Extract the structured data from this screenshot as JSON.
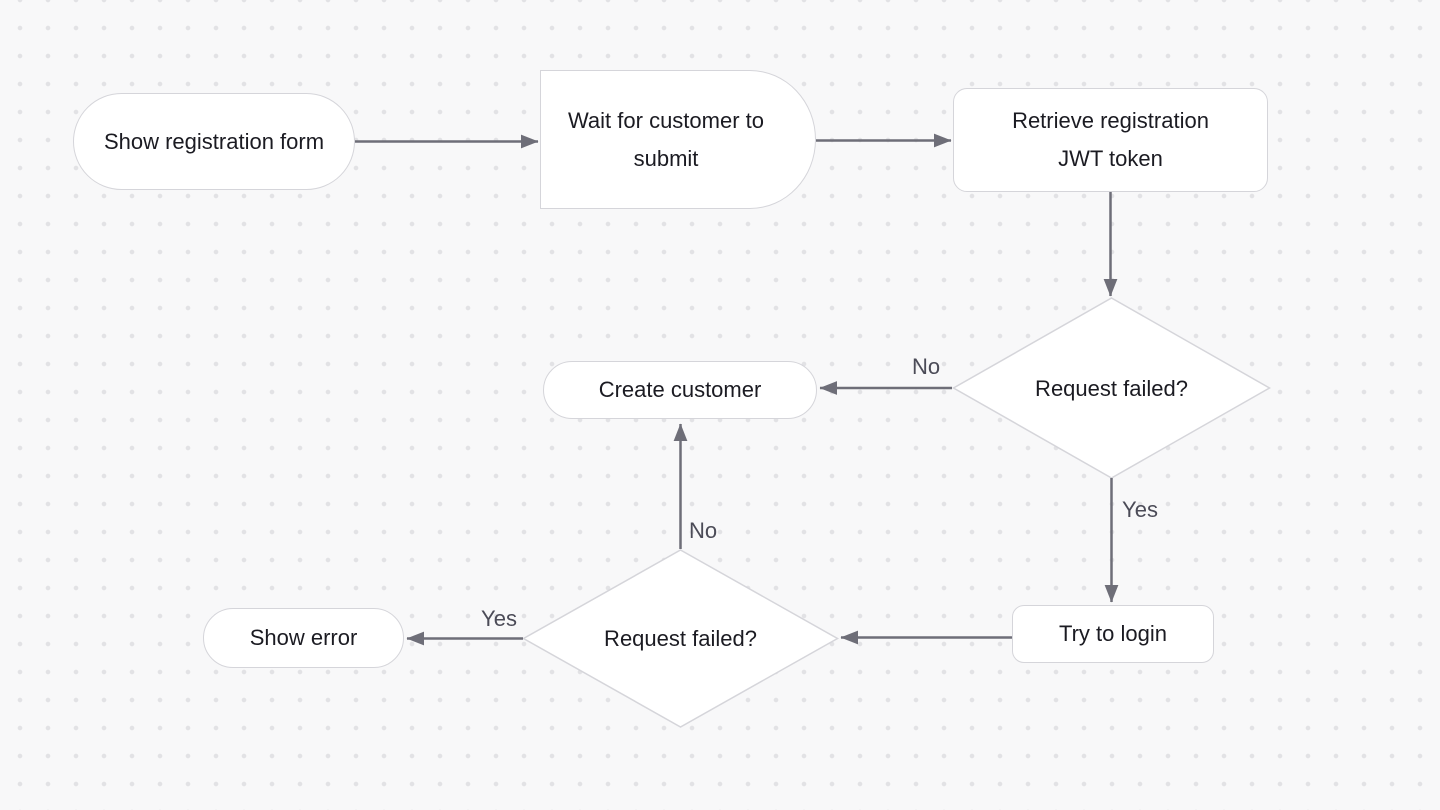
{
  "colors": {
    "background": "#f8f8f9",
    "grid_dot": "#e2e2e5",
    "node_fill": "#ffffff",
    "node_border": "#d5d5da",
    "node_text": "#1b1b22",
    "edge_stroke": "#6e6e78",
    "edge_label_text": "#4b4b57"
  },
  "nodes": [
    {
      "id": "show-registration-form",
      "shape": "stadium",
      "label": "Show registration form"
    },
    {
      "id": "wait-for-customer-to-submit",
      "shape": "delay",
      "label": "Wait for customer to submit"
    },
    {
      "id": "retrieve-registration-jwt-token",
      "shape": "rounded-rectangle",
      "label": "Retrieve registration JWT token"
    },
    {
      "id": "request-failed-1",
      "shape": "diamond",
      "label": "Request failed?"
    },
    {
      "id": "create-customer",
      "shape": "stadium",
      "label": "Create customer"
    },
    {
      "id": "try-to-login",
      "shape": "rounded-rectangle",
      "label": "Try to login"
    },
    {
      "id": "request-failed-2",
      "shape": "diamond",
      "label": "Request failed?"
    },
    {
      "id": "show-error",
      "shape": "stadium",
      "label": "Show error"
    }
  ],
  "edges": [
    {
      "from": "show-registration-form",
      "to": "wait-for-customer-to-submit",
      "label": ""
    },
    {
      "from": "wait-for-customer-to-submit",
      "to": "retrieve-registration-jwt-token",
      "label": ""
    },
    {
      "from": "retrieve-registration-jwt-token",
      "to": "request-failed-1",
      "label": ""
    },
    {
      "from": "request-failed-1",
      "to": "create-customer",
      "label": "No"
    },
    {
      "from": "request-failed-1",
      "to": "try-to-login",
      "label": "Yes"
    },
    {
      "from": "try-to-login",
      "to": "request-failed-2",
      "label": ""
    },
    {
      "from": "request-failed-2",
      "to": "create-customer",
      "label": "No"
    },
    {
      "from": "request-failed-2",
      "to": "show-error",
      "label": "Yes"
    }
  ]
}
